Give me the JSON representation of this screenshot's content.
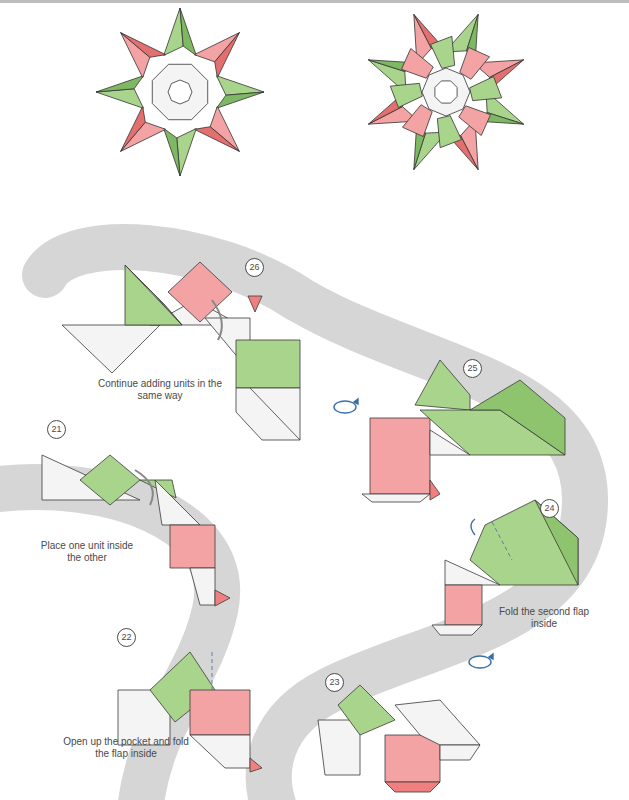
{
  "diagram": {
    "labels": [
      "26",
      "Continue adding units in the same way",
      "25",
      "21",
      "Place one unit inside the other",
      "24",
      "Fold the second flap inside",
      "22",
      "Open up the pocket and fold the flap inside",
      "23"
    ]
  }
}
